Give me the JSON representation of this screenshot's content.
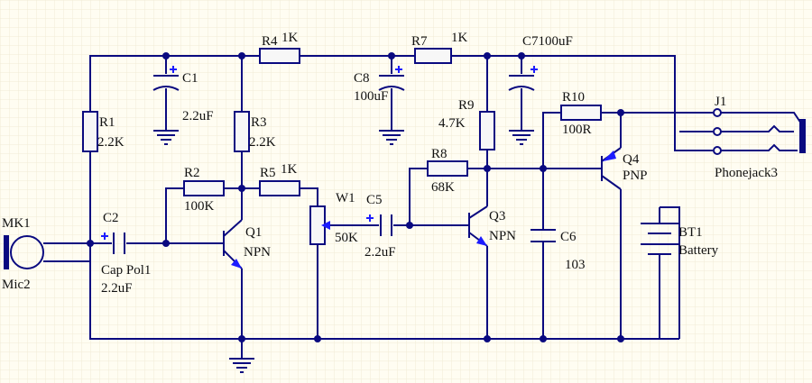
{
  "mic": {
    "ref": "MK1",
    "name": "Mic2"
  },
  "c2": {
    "ref": "C2",
    "name": "Cap Pol1",
    "value": "2.2uF"
  },
  "r1": {
    "ref": "R1",
    "value": "2.2K"
  },
  "c1": {
    "ref": "C1",
    "value": "2.2uF"
  },
  "r4": {
    "ref": "R4",
    "value": "1K"
  },
  "r3": {
    "ref": "R3",
    "value": "2.2K"
  },
  "r2": {
    "ref": "R2",
    "value": "100K"
  },
  "q1": {
    "ref": "Q1",
    "type": "NPN"
  },
  "r5": {
    "ref": "R5",
    "value": "1K"
  },
  "w1": {
    "ref": "W1",
    "value": "50K"
  },
  "c5": {
    "ref": "C5",
    "value": "2.2uF"
  },
  "c8": {
    "ref": "C8",
    "value": "100uF"
  },
  "r7": {
    "ref": "R7",
    "value": "1K"
  },
  "c7": {
    "label": "C7100uF"
  },
  "r9": {
    "ref": "R9",
    "value": "4.7K"
  },
  "r8": {
    "ref": "R8",
    "value": "68K"
  },
  "q3": {
    "ref": "Q3",
    "type": "NPN"
  },
  "r10": {
    "ref": "R10",
    "value": "100R"
  },
  "c6": {
    "ref": "C6",
    "value": "103"
  },
  "q4": {
    "ref": "Q4",
    "type": "PNP"
  },
  "bt1": {
    "ref": "BT1",
    "name": "Battery"
  },
  "j1": {
    "ref": "J1",
    "name": "Phonejack3"
  },
  "colors": {
    "wire": "#0a0a80",
    "polarity": "#1c1cff",
    "background": "#fffdf2",
    "grid": "#f0ecd6"
  }
}
